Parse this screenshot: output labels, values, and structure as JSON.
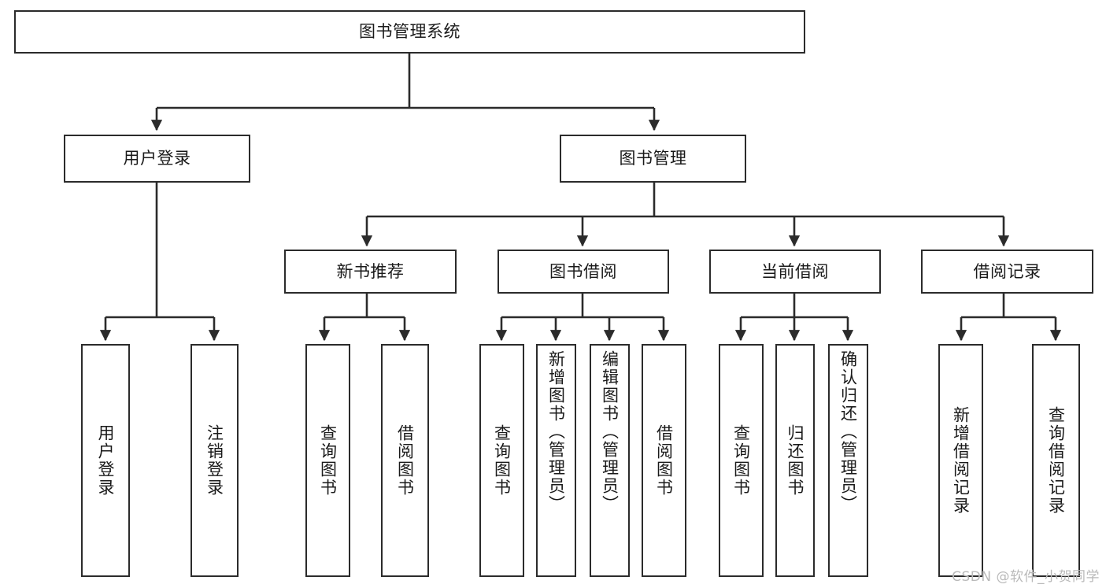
{
  "diagram": {
    "title": "图书管理系统",
    "watermark": "CSDN @软件_小贺同学",
    "type": "hierarchy-tree",
    "line_color": "#2b2b2b",
    "box_fill": "#ffffff",
    "text_color": "#1a1a1a",
    "watermark_color": "#b9b9b9",
    "levels": 4
  },
  "root": {
    "label": "图书管理系统"
  },
  "level2": [
    {
      "label": "用户登录"
    },
    {
      "label": "图书管理"
    }
  ],
  "level3": [
    {
      "label": "新书推荐"
    },
    {
      "label": "图书借阅"
    },
    {
      "label": "当前借阅"
    },
    {
      "label": "借阅记录"
    }
  ],
  "leaves": {
    "user_login": [
      {
        "label": "用户登录"
      },
      {
        "label": "注销登录"
      }
    ],
    "new_book_recommend": [
      {
        "label": "查询图书"
      },
      {
        "label": "借阅图书"
      }
    ],
    "book_borrow": [
      {
        "label": "查询图书"
      },
      {
        "label": "新增图书（管理员）"
      },
      {
        "label": "编辑图书（管理员）"
      },
      {
        "label": "借阅图书"
      }
    ],
    "current_borrow": [
      {
        "label": "查询图书"
      },
      {
        "label": "归还图书"
      },
      {
        "label": "确认归还（管理员）"
      }
    ],
    "borrow_record": [
      {
        "label": "新增借阅记录"
      },
      {
        "label": "查询借阅记录"
      }
    ]
  }
}
